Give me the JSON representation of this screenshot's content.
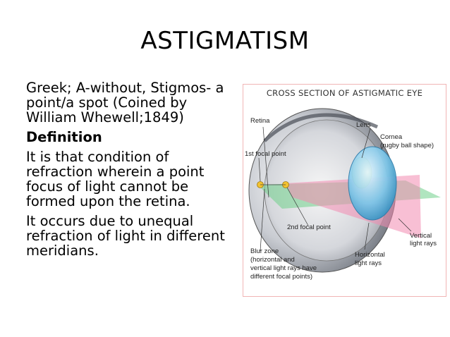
{
  "slide": {
    "title": "ASTIGMATISM",
    "paragraphs": [
      "Greek; A-without, Stigmos- a point/a spot (Coined by William Whewell;1849)",
      "It is that condition of refraction wherein a point focus of light cannot be formed upon the retina.",
      "It occurs due to unequal refraction of light in different meridians."
    ],
    "definition_heading": "Definition"
  },
  "figure": {
    "title": "CROSS SECTION OF ASTIGMATIC EYE",
    "labels": {
      "retina": "Retina",
      "lens": "Lens",
      "cornea": "Cornea",
      "cornea_note": "(rugby ball shape)",
      "first_focal": "1st focal point",
      "second_focal": "2nd focal point",
      "vertical_rays_1": "Vertical",
      "vertical_rays_2": "light rays",
      "horizontal_rays_1": "Horizontal",
      "horizontal_rays_2": "light rays",
      "blur_1": "Blur zone",
      "blur_2": "(horizontal and",
      "blur_3": "vertical light rays have",
      "blur_4": "different focal points)"
    }
  }
}
